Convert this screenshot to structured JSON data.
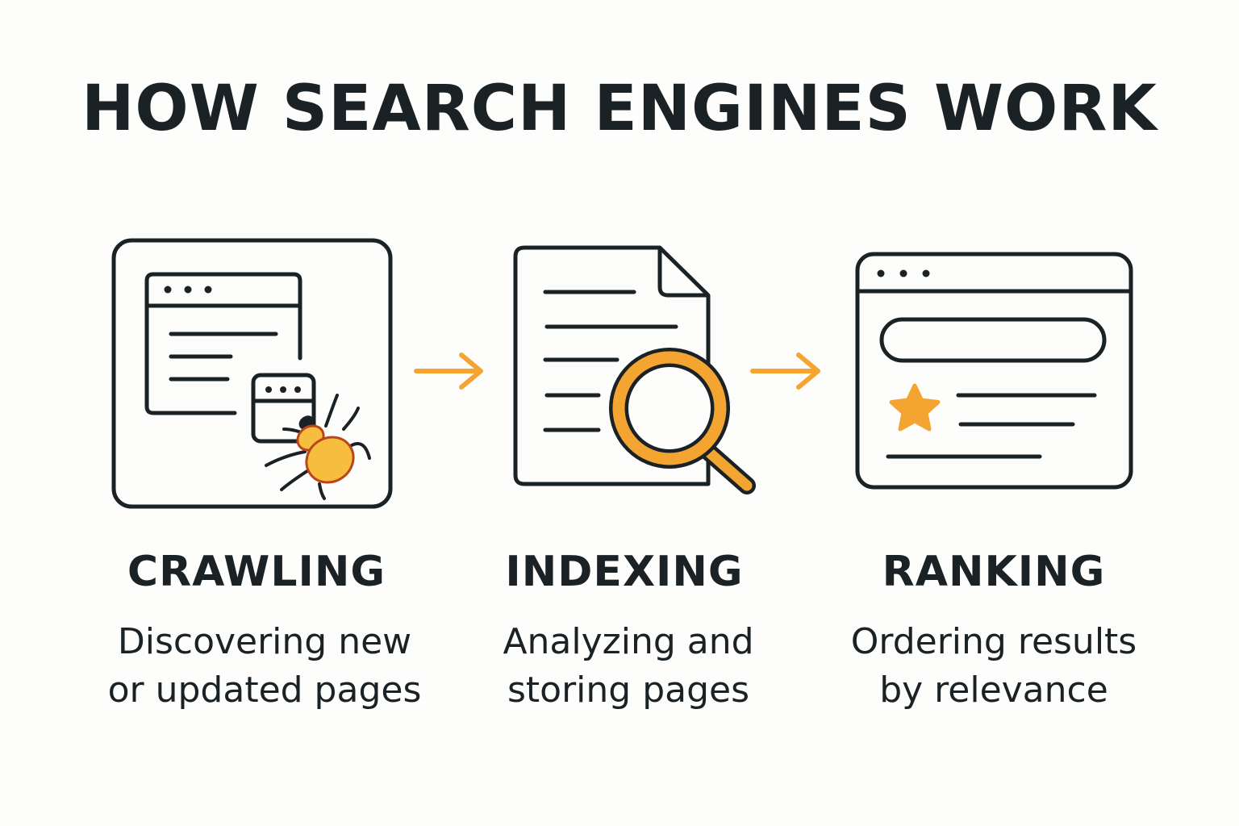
{
  "title": "HOW SEARCH ENGINES WORK",
  "steps": [
    {
      "name": "CRAWLING",
      "description_line1": "Discovering new",
      "description_line2": "or updated pages",
      "icon": "browser-with-bug-icon"
    },
    {
      "name": "INDEXING",
      "description_line1": "Analyzing and",
      "description_line2": "storing pages",
      "icon": "document-magnifier-icon"
    },
    {
      "name": "RANKING",
      "description_line1": "Ordering results",
      "description_line2": "by relevance",
      "icon": "browser-search-results-icon"
    }
  ],
  "colors": {
    "accent": "#f4a531",
    "ink": "#1b2226",
    "background": "#fdfdfb",
    "bug_fill": "#f7bd3f",
    "bug_outline": "#b8461c"
  }
}
